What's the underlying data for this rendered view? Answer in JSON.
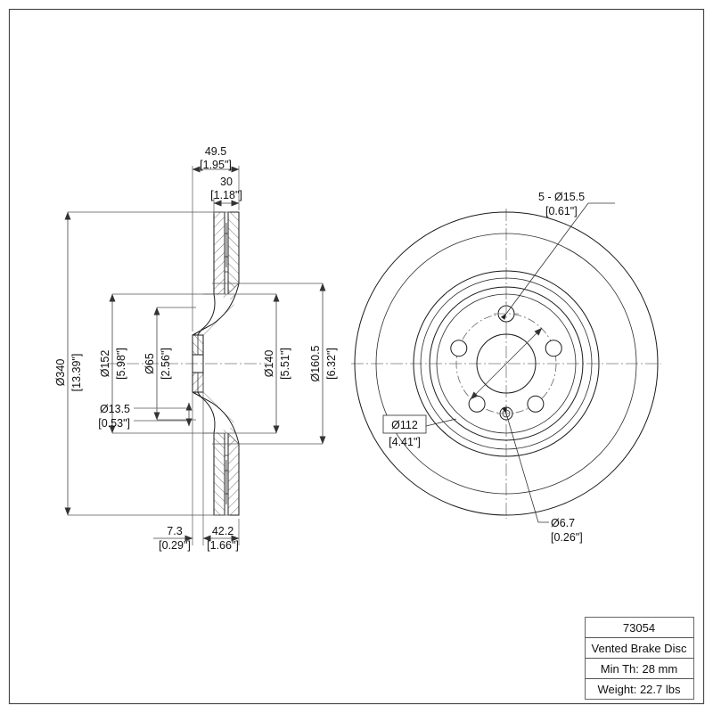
{
  "drawing": {
    "type": "engineering-technical-drawing",
    "subject": "Vented Brake Disc (Brake Rotor)",
    "views": {
      "left": "cross-section side view",
      "right": "front face view"
    }
  },
  "title_block": {
    "part_number": "73054",
    "description": "Vented Brake Disc",
    "min_thickness": "Min Th: 28 mm",
    "weight": "Weight: 22.7 lbs"
  },
  "dimensions": {
    "outer_diameter": {
      "metric": "Ø340",
      "imperial": "[13.39\"]"
    },
    "hat_outer_diameter": {
      "metric": "Ø152",
      "imperial": "[5.98\"]"
    },
    "center_bore": {
      "metric": "Ø65",
      "imperial": "[2.56\"]"
    },
    "inner_disc_diameter": {
      "metric": "Ø140",
      "imperial": "[5.51\"]"
    },
    "vane_diameter": {
      "metric": "Ø160.5",
      "imperial": "[6.32\"]"
    },
    "hub_step": {
      "metric": "Ø13.5",
      "imperial": "[0.53\"]"
    },
    "overall_height": {
      "metric": "49.5",
      "imperial": "[1.95\"]"
    },
    "disc_thickness": {
      "metric": "30",
      "imperial": "[1.18\"]"
    },
    "hat_offset": {
      "metric": "7.3",
      "imperial": "[0.29\"]"
    },
    "hat_depth": {
      "metric": "42.2",
      "imperial": "[1.66\"]"
    },
    "lug_holes": {
      "metric": "5 - Ø15.5",
      "imperial": "[0.61\"]"
    },
    "bolt_circle": {
      "metric": "Ø112",
      "imperial": "[4.41\"]"
    },
    "pilot_hole": {
      "metric": "Ø6.7",
      "imperial": "[0.26\"]"
    }
  },
  "colors": {
    "line": "#1a1a1a",
    "centerline": "#777777",
    "extension": "#555555",
    "frame": "#4a4a4a",
    "background": "#ffffff"
  }
}
